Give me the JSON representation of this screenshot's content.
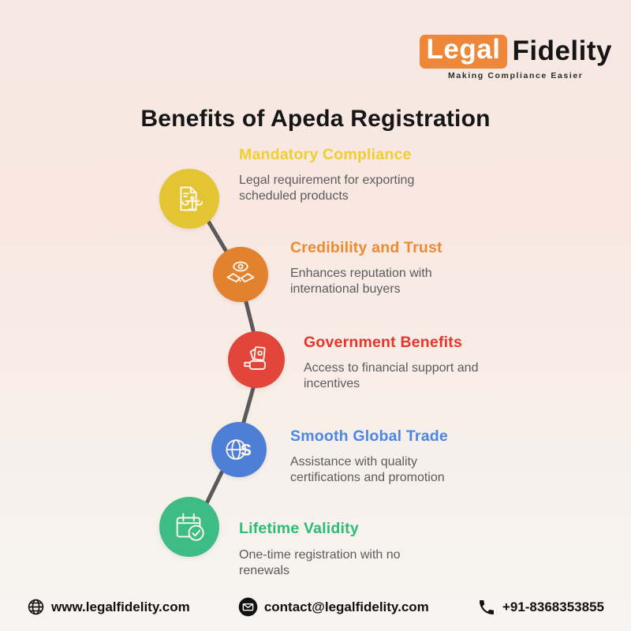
{
  "logo": {
    "part1": "Legal",
    "part2": "Fidelity",
    "tagline": "Making Compliance Easier",
    "accent_color": "#ee8738"
  },
  "page": {
    "title": "Benefits of Apeda Registration"
  },
  "benefits": [
    {
      "title": "Mandatory Compliance",
      "description": "Legal requirement for exporting scheduled products",
      "icon": "document-scales-icon",
      "circle_color": "#e3c533",
      "title_color": "#f0cd32"
    },
    {
      "title": "Credibility and Trust",
      "description": "Enhances reputation with international buyers",
      "icon": "handshake-eye-icon",
      "circle_color": "#e2822e",
      "title_color": "#ef8b2e"
    },
    {
      "title": "Government Benefits",
      "description": "Access to financial support and incentives",
      "icon": "hand-money-icon",
      "circle_color": "#e2453a",
      "title_color": "#e6362c"
    },
    {
      "title": "Smooth Global Trade",
      "description": "Assistance with quality certifications and promotion",
      "icon": "globe-currency-icon",
      "circle_color": "#4d7fd6",
      "title_color": "#4c86e6"
    },
    {
      "title": "Lifetime Validity",
      "description": "One-time registration with no renewals",
      "icon": "calendar-check-icon",
      "circle_color": "#3ebc86",
      "title_color": "#2cbd74"
    }
  ],
  "footer": {
    "website": "www.legalfidelity.com",
    "email": "contact@legalfidelity.com",
    "phone": "+91-8368353855"
  }
}
